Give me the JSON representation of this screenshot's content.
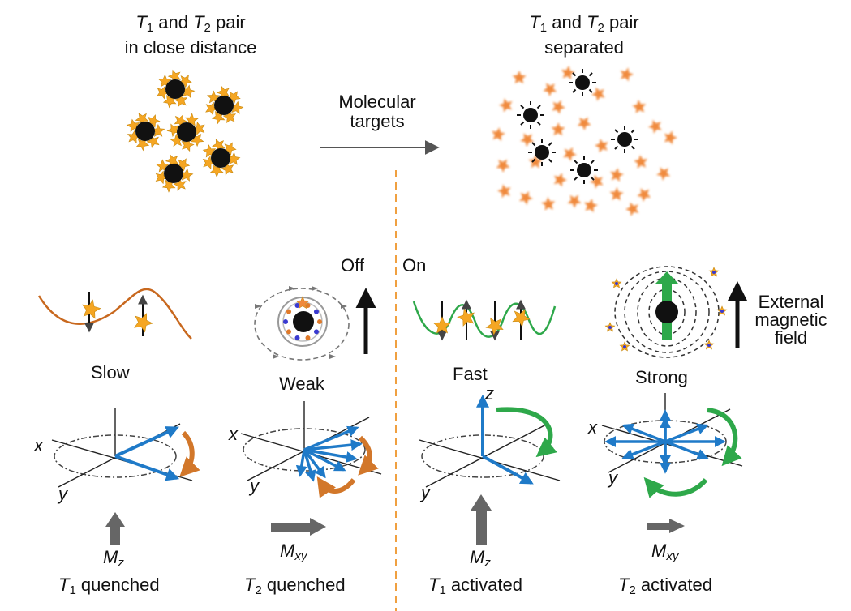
{
  "top_left": {
    "line1_a": "T",
    "line1_sub1": "1",
    "line1_b": " and ",
    "line1_c": "T",
    "line1_sub2": "2",
    "line1_d": " pair",
    "line2": "in close distance"
  },
  "top_right": {
    "line1_a": "T",
    "line1_sub1": "1",
    "line1_b": " and ",
    "line1_c": "T",
    "line1_sub2": "2",
    "line1_d": " pair",
    "line2": "separated"
  },
  "arrow": {
    "line1": "Molecular",
    "line2": "targets"
  },
  "states": {
    "off": "Off",
    "on": "On"
  },
  "field": {
    "line1": "External",
    "line2": "magnetic",
    "line3": "field"
  },
  "panels": [
    {
      "speed": "Slow",
      "moment": "M",
      "moment_sub": "z",
      "result_sym": "T",
      "result_sub": "1",
      "result_text": " quenched"
    },
    {
      "speed": "Weak",
      "moment": "M",
      "moment_sub": "xy",
      "result_sym": "T",
      "result_sub": "2",
      "result_text": " quenched"
    },
    {
      "speed": "Fast",
      "moment": "M",
      "moment_sub": "z",
      "result_sym": "T",
      "result_sub": "1",
      "result_text": " activated"
    },
    {
      "speed": "Strong",
      "moment": "M",
      "moment_sub": "xy",
      "result_sym": "T",
      "result_sub": "2",
      "result_text": " activated"
    }
  ],
  "axes": {
    "x": "x",
    "y": "y",
    "z": "z"
  },
  "colors": {
    "star": "#f5a623",
    "star_orange": "#f08a3c",
    "blue": "#1f7ac8",
    "green": "#2ea84a",
    "wave_orange": "#c8681e",
    "copper": "#d2772a",
    "divider": "#f0a040"
  }
}
